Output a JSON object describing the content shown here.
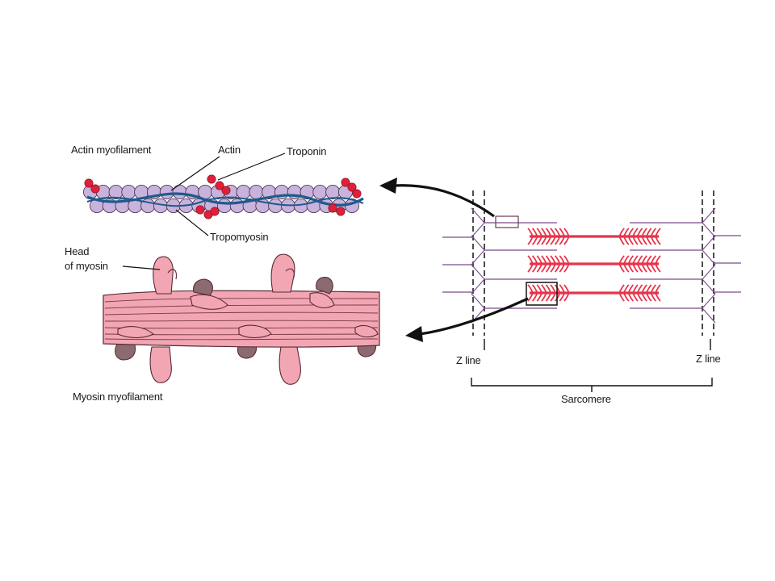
{
  "labels": {
    "actin_myofilament": "Actin myofilament",
    "actin": "Actin",
    "troponin": "Troponin",
    "tropomyosin": "Tropomyosin",
    "head_line1": "Head",
    "head_line2": "of myosin",
    "myosin_myofilament": "Myosin myofilament",
    "z_line_left": "Z line",
    "z_line_right": "Z line",
    "sarcomere": "Sarcomere"
  },
  "colors": {
    "actin_bead": "#c9b2dc",
    "actin_bead_stroke": "#3a2f4a",
    "troponin": "#e0203a",
    "tropomyosin": "#1f5a8c",
    "myosin": "#f2a6b3",
    "myosin_stroke": "#5a2a33",
    "myosin_thick": "#e8334a",
    "thin_filament": "#7a4a8c",
    "arrow": "#111111"
  }
}
